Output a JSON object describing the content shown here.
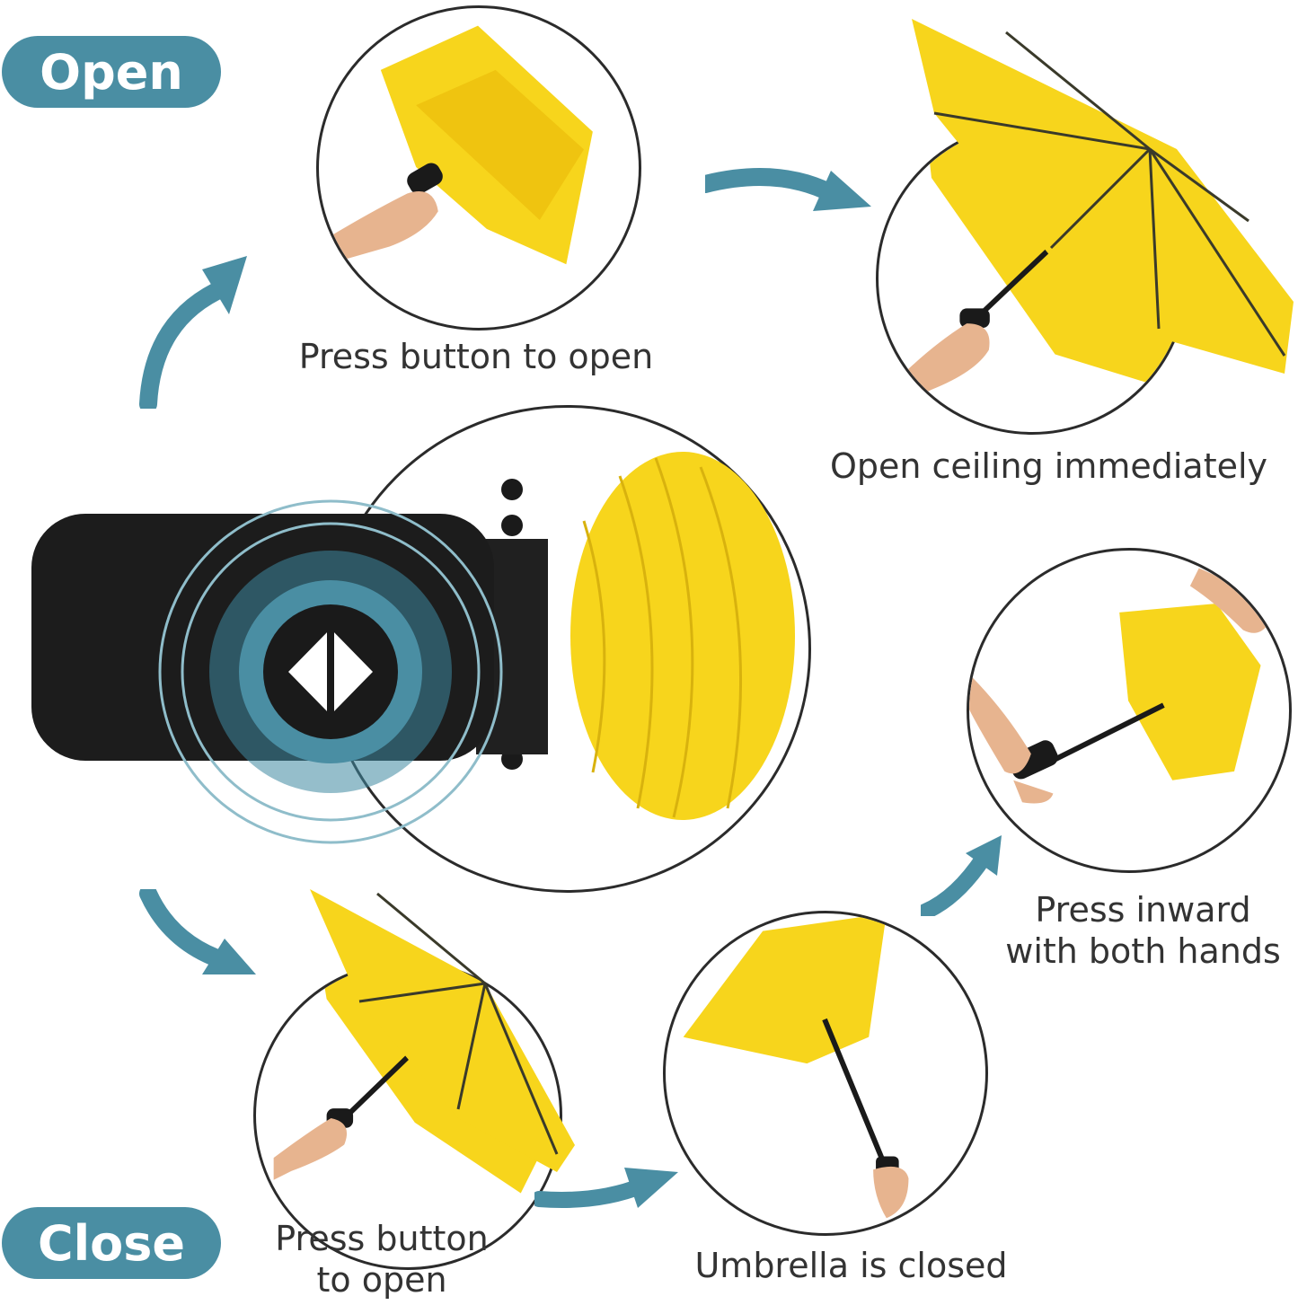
{
  "labels": {
    "open": "Open",
    "close": "Close"
  },
  "captions": {
    "step1": "Press button to open",
    "step2": "Open ceiling immediately",
    "step3_line1": "Press inward",
    "step3_line2": "with both hands",
    "step4": "Umbrella is closed",
    "step5_line1": "Press button",
    "step5_line2": "to open"
  },
  "colors": {
    "accent": "#4a8ea3",
    "umbrella": "#f7d51c",
    "handle": "#1a1a1a"
  },
  "icons": [
    "umbrella-photo",
    "handle-button-icon",
    "flow-arrow"
  ]
}
